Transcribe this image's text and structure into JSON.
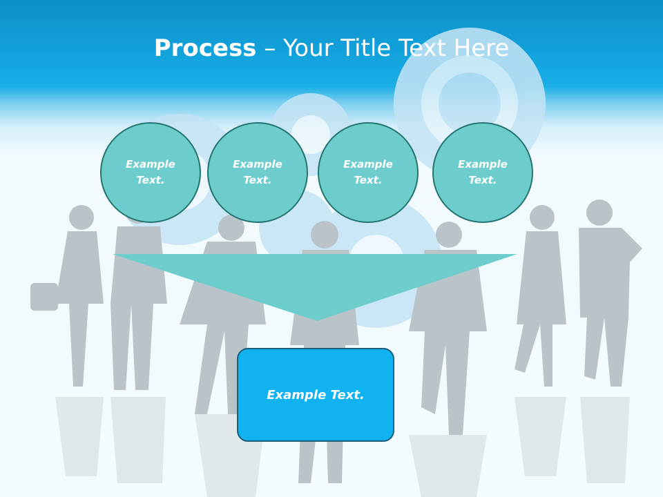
{
  "slide": {
    "title_bold": "Process",
    "title_rest": " – Your Title Text Here"
  },
  "process_steps": [
    {
      "label": "Example Text."
    },
    {
      "label": "Example Text."
    },
    {
      "label": "Example Text."
    },
    {
      "label": "Example Text."
    }
  ],
  "result": {
    "label": "Example Text."
  },
  "colors": {
    "header": "#14a6e0",
    "step_fill": "#6ccdcc",
    "step_border": "#23746f",
    "funnel": "#6ccdcc",
    "result_fill": "#10b2ef",
    "silhouette": "#b9c3c8",
    "gear": "#c5e4f5"
  }
}
